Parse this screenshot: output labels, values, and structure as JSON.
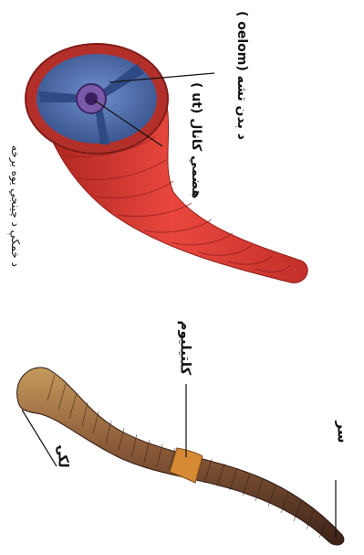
{
  "labels": {
    "coelom": "( oelom) د بدن تشه",
    "gut": "( ut) هضمي كانال",
    "segments": "د خمكې د چينجي يوه برخه",
    "clitellum": "كلتيليوم",
    "head": "سر",
    "tail": "لكۍ"
  },
  "colors": {
    "body_red": "#e0423a",
    "body_dark": "#b92b28",
    "coelom_blue": "#4f6fae",
    "gut_purple": "#5b3a8a",
    "worm_tail": "#b98a4e",
    "worm_head": "#4a2a1e",
    "clitellum": "#c97a2a"
  }
}
